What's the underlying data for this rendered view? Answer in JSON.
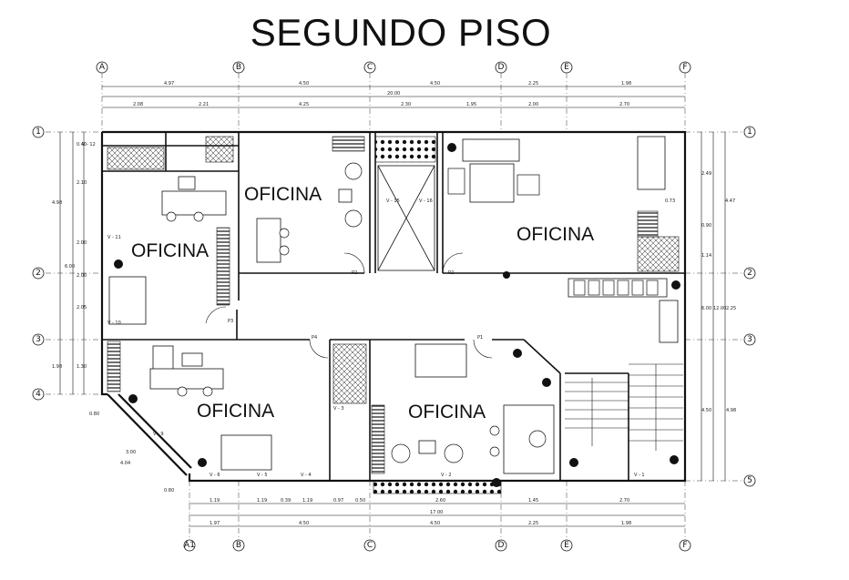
{
  "title": "SEGUNDO PISO",
  "rooms": [
    {
      "label": "OFICINA"
    },
    {
      "label": "OFICINA"
    },
    {
      "label": "OFICINA"
    },
    {
      "label": "OFICINA"
    },
    {
      "label": "OFICINA"
    }
  ],
  "grid_columns_top": [
    "A",
    "B",
    "C",
    "D",
    "E",
    "F"
  ],
  "grid_columns_bottom": [
    "A1",
    "B",
    "C",
    "D",
    "E",
    "F"
  ],
  "grid_rows_left": [
    "1",
    "2",
    "3",
    "4"
  ],
  "grid_rows_right": [
    "1",
    "2",
    "3",
    "5"
  ],
  "doors": [
    "P2",
    "P2",
    "P3",
    "P4",
    "P1"
  ],
  "dims_top": [
    "4.97",
    "4.50",
    "4.50",
    "2.25",
    "1.98"
  ],
  "dims_top_total": "20.00",
  "dims_top_inner": [
    "2.08",
    "2.21",
    "4.25",
    "2.30",
    "1.95",
    "2.00",
    "2.70"
  ],
  "dims_bottom": [
    "1.97",
    "4.50",
    "4.50",
    "2.25",
    "1.98"
  ],
  "dims_bottom_total": "17.00",
  "dims_bottom_inner": [
    "1.19",
    "1.19",
    "0.39",
    "1.19",
    "0.97",
    "0.50",
    "2.60",
    "1.45",
    "2.70"
  ],
  "dims_left": [
    "4.98",
    "6.00",
    "2.10",
    "2.00",
    "2.05",
    "2.00",
    "1.98",
    "1.30",
    "0.40"
  ],
  "dims_right": [
    "4.47",
    "2.49",
    "0.73",
    "0.90",
    "1.14",
    "6.00",
    "12.00",
    "2.25",
    "4.50",
    "4.98"
  ],
  "windows": [
    "V - 12",
    "V - 11",
    "V - 10",
    "V - 16",
    "V - 15",
    "V - 9",
    "V - 6",
    "V - 5",
    "V - 4",
    "V - 3",
    "V - 2",
    "V - 1"
  ],
  "dims_diagonal": [
    "0.80",
    "3.00",
    "4.04",
    "0.80"
  ]
}
